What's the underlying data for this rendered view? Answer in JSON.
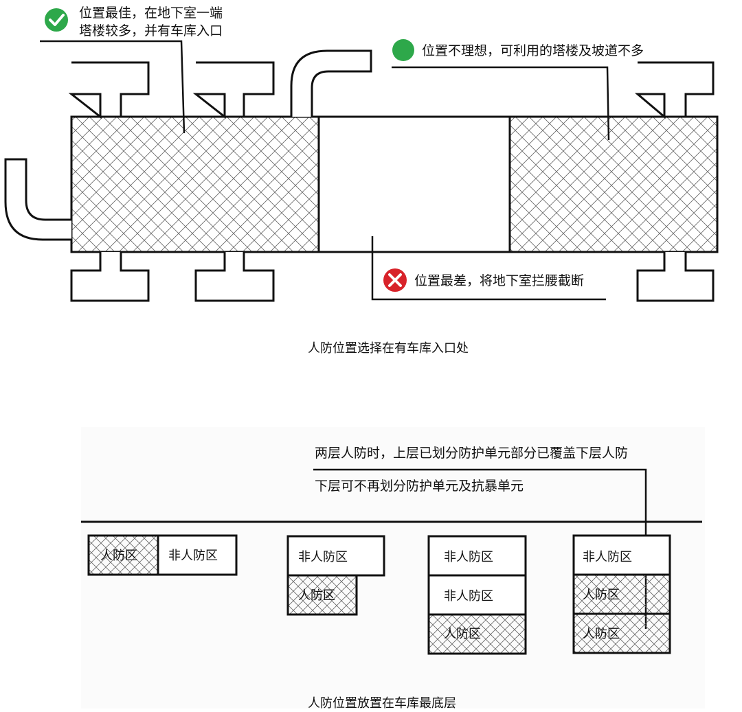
{
  "top": {
    "note_best_line1": "位置最佳，在地下室一端",
    "note_best_line2": "塔楼较多，并有车库入口",
    "note_mid": "位置不理想，可利用的塔楼及坡道不多",
    "note_worst": "位置最差，将地下室拦腰截断",
    "caption": "人防位置选择在有车库入口处",
    "icons": {
      "best": "check-circle-icon",
      "mid": "green-dot-icon",
      "worst": "x-circle-icon"
    },
    "colors": {
      "ok": "#2ea84a",
      "bad": "#d8232a",
      "hatch": "#555555"
    }
  },
  "bottom": {
    "note_line1": "两层人防时，上层已划分防护单元部分已覆盖下层人防",
    "note_line2": "下层可不再划分防护单元及抗暴单元",
    "caption": "人防位置放置在车库最底层",
    "case1": {
      "cell1": "人防区",
      "cell2": "非人防区"
    },
    "case2": {
      "cell1": "非人防区",
      "cell2": "人防区"
    },
    "case3": {
      "cell1": "非人防区",
      "cell2": "非人防区",
      "cell3": "人防区"
    },
    "case4": {
      "cell1": "非人防区",
      "cell2": "人防区",
      "cell3": "人防区"
    }
  }
}
